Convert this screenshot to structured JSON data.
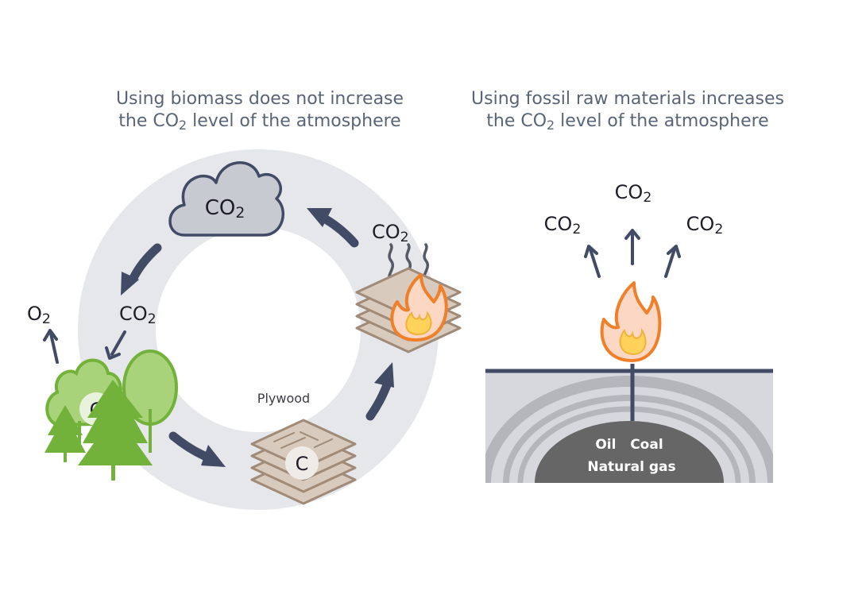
{
  "left_panel": {
    "title_line1": "Using biomass does not increase",
    "title_line2_pre": "the CO",
    "title_line2_sub": "2",
    "title_line2_post": " level of the atmosphere",
    "cloud_label": {
      "main": "CO",
      "sub": "2"
    },
    "absorb_label": {
      "main": "CO",
      "sub": "2"
    },
    "release_label": {
      "main": "CO",
      "sub": "2"
    },
    "oxygen_label": {
      "main": "O",
      "sub": "2"
    },
    "tree_carbon": "C",
    "plywood_label": "Plywood",
    "plywood_carbon": "C"
  },
  "right_panel": {
    "title_line1": "Using fossil raw materials increases",
    "title_line2_pre": "the CO",
    "title_line2_sub": "2",
    "title_line2_post": " level of the atmosphere",
    "emission_top": {
      "main": "CO",
      "sub": "2"
    },
    "emission_left": {
      "main": "CO",
      "sub": "2"
    },
    "emission_right": {
      "main": "CO",
      "sub": "2"
    },
    "deposit_line1": "Oil   Coal",
    "deposit_line2": "Natural gas"
  },
  "colors": {
    "cycle_ring": "#e6e7ea",
    "arrow": "#414b66",
    "cloud": "#c7cad1",
    "tree_dark": "#72b13a",
    "tree_light": "#a8d37a",
    "plywood": "#d8cbbd",
    "flame_outer": "#f07f2a",
    "flame_inner": "#ffd35a",
    "ground": "#d7d8de",
    "deposit": "#666666"
  },
  "icons": [
    "cloud-icon",
    "tree-icon",
    "plywood-icon",
    "fire-icon",
    "smoke-icon",
    "gas-flare-icon"
  ]
}
